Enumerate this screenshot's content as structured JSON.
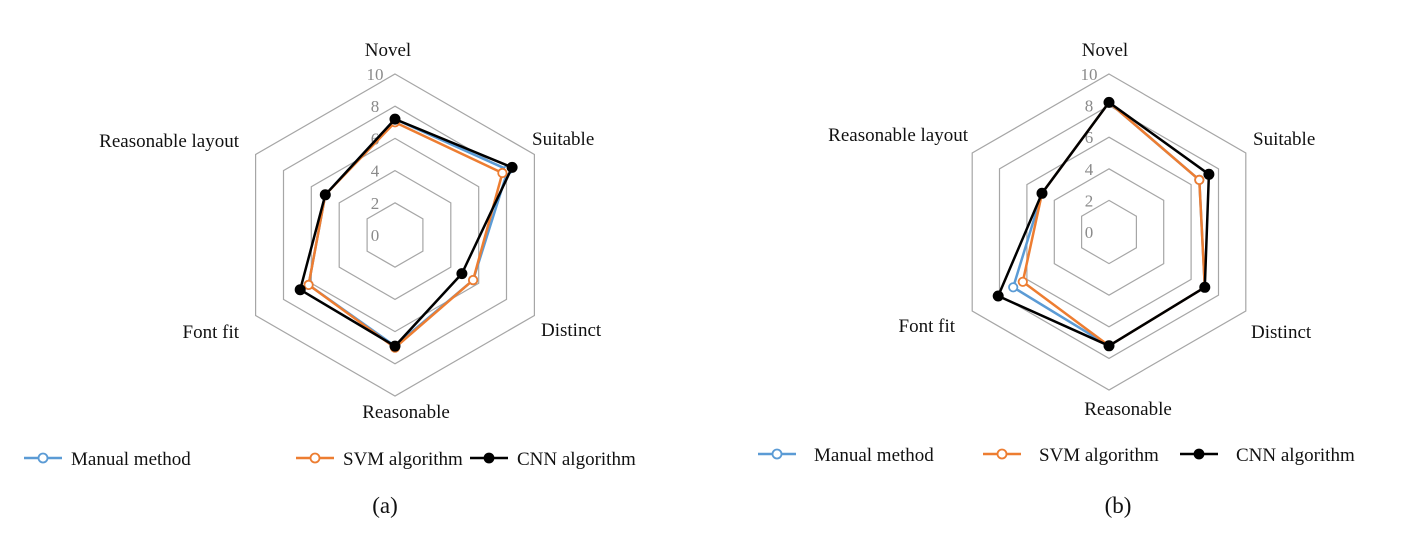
{
  "chart_data": [
    {
      "type": "radar",
      "panel": "(a)",
      "axes": [
        "Novel",
        "Suitable",
        "Distinct",
        "Reasonable",
        "Font fit",
        "Reasonable layout"
      ],
      "ticks": [
        "0",
        "2",
        "4",
        "6",
        "8",
        "10"
      ],
      "rlim": [
        0,
        10
      ],
      "grid": true,
      "legend_position": "bottom",
      "series": [
        {
          "name": "Manual method",
          "color": "#5b9bd5",
          "values": [
            7.2,
            8.1,
            5.6,
            6.9,
            6.2,
            5.0
          ]
        },
        {
          "name": "SVM algorithm",
          "color": "#ed7d31",
          "values": [
            7.0,
            7.7,
            5.6,
            7.0,
            6.2,
            5.0
          ]
        },
        {
          "name": "CNN algorithm",
          "color": "#000000",
          "values": [
            7.2,
            8.4,
            4.8,
            6.9,
            6.8,
            5.0
          ]
        }
      ]
    },
    {
      "type": "radar",
      "panel": "(b)",
      "axes": [
        "Novel",
        "Suitable",
        "Distinct",
        "Reasonable",
        "Font fit",
        "Reasonable layout"
      ],
      "ticks": [
        "0",
        "2",
        "4",
        "6",
        "8",
        "10"
      ],
      "rlim": [
        0,
        10
      ],
      "grid": true,
      "legend_position": "bottom",
      "series": [
        {
          "name": "Manual method",
          "color": "#5b9bd5",
          "values": [
            8.2,
            6.6,
            7.0,
            7.2,
            7.0,
            4.9
          ]
        },
        {
          "name": "SVM algorithm",
          "color": "#ed7d31",
          "values": [
            8.2,
            6.6,
            7.0,
            7.2,
            6.3,
            4.9
          ]
        },
        {
          "name": "CNN algorithm",
          "color": "#000000",
          "values": [
            8.2,
            7.3,
            7.0,
            7.2,
            8.1,
            4.9
          ]
        }
      ]
    }
  ]
}
